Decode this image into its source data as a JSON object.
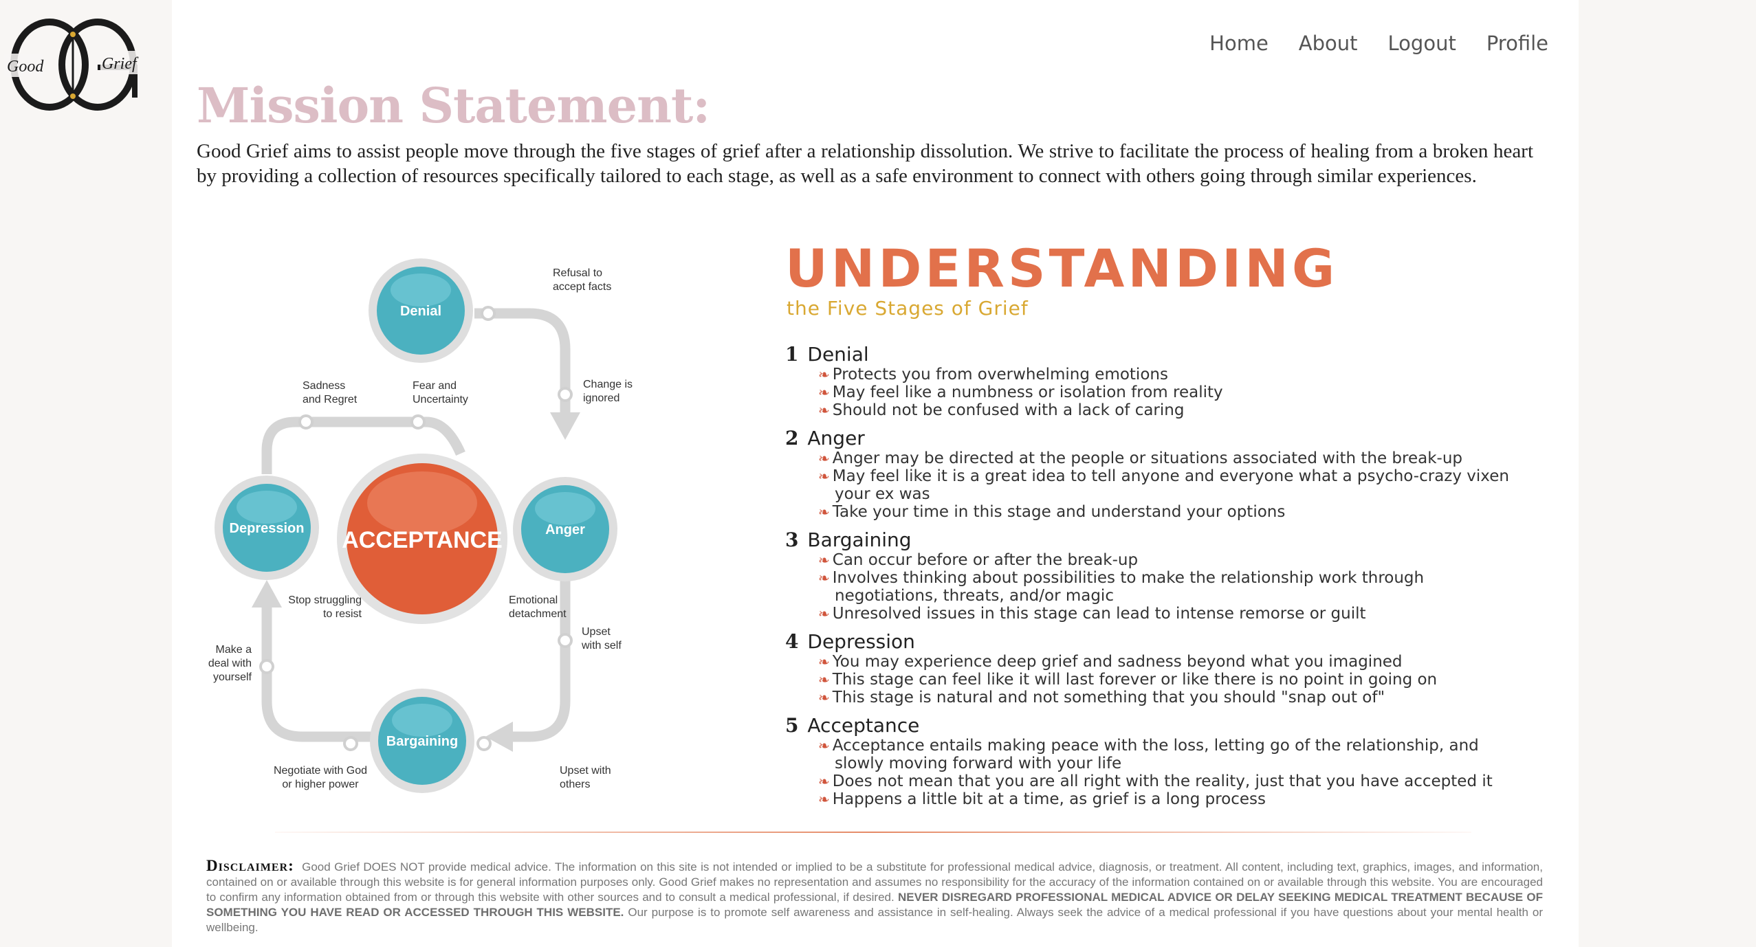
{
  "logo": {
    "left": "Good",
    "right": "Grief"
  },
  "nav": {
    "home": "Home",
    "about": "About",
    "logout": "Logout",
    "profile": "Profile"
  },
  "mission": {
    "title": "Mission Statement:",
    "text": "Good Grief aims to assist people move through the five stages of grief after a relationship dissolution. We strive to facilitate the process of healing from a broken heart by providing a collection of resources specifically tailored to each stage, as well as a safe environment to connect with others going through similar experiences."
  },
  "diagram": {
    "center": "ACCEPTANCE",
    "denial": "Denial",
    "anger": "Anger",
    "bargaining": "Bargaining",
    "depression": "Depression",
    "refusal": [
      "Refusal to",
      "accept facts"
    ],
    "change": [
      "Change is",
      "ignored"
    ],
    "upset_self": [
      "Upset",
      "with self"
    ],
    "upset_others": [
      "Upset with",
      "others"
    ],
    "negotiate": [
      "Negotiate with God",
      "or higher power"
    ],
    "make_deal": [
      "Make a",
      "deal with",
      "yourself"
    ],
    "sadness": [
      "Sadness",
      "and Regret"
    ],
    "fear": [
      "Fear and",
      "Uncertainty"
    ],
    "stop": [
      "Stop struggling",
      "to resist"
    ],
    "emotional": [
      "Emotional",
      "detachment"
    ]
  },
  "understanding": {
    "title": "UNDERSTANDING",
    "subtitle": "the Five Stages of Grief"
  },
  "stages": [
    {
      "num": "1",
      "name": "Denial",
      "items": [
        "Protects you from overwhelming emotions",
        "May feel like a numbness or isolation from reality",
        "Should not be confused with a lack of caring"
      ]
    },
    {
      "num": "2",
      "name": "Anger",
      "items": [
        "Anger may be directed at the people or situations associated with the break-up",
        "May feel like it is a great idea to tell anyone and everyone what a psycho-crazy vixen your ex was",
        "Take your time in this stage and understand your options"
      ]
    },
    {
      "num": "3",
      "name": "Bargaining",
      "items": [
        "Can occur before or after the break-up",
        "Involves thinking about possibilities to make the relationship work through negotiations, threats, and/or magic",
        "Unresolved issues in this stage can lead to intense remorse or guilt"
      ]
    },
    {
      "num": "4",
      "name": "Depression",
      "items": [
        "You may experience deep grief and sadness beyond what you imagined",
        "This stage can feel like it will last forever or like there is no point in going on",
        "This stage is natural and not something that you should \"snap out of\""
      ]
    },
    {
      "num": "5",
      "name": "Acceptance",
      "items": [
        "Acceptance entails making peace with the loss, letting go of the relationship, and slowly moving forward with your life",
        "Does not mean that you are all right with the reality, just that you have accepted it",
        "Happens a little bit at a time, as grief is a long process"
      ]
    }
  ],
  "disclaimer": {
    "label": "Disclaimer:",
    "text1": "Good Grief DOES NOT provide medical advice. The information on this site is not intended or implied to be a substitute for professional medical advice, diagnosis, or treatment. All content, including text, graphics, images, and information, contained on or available through this website is for general information purposes only. Good Grief makes no representation and assumes no responsibility for the accuracy of the information contained on or available through this website. You are encouraged to confirm any information obtained from or through this website with other sources and to consult a medical professional, if desired.",
    "strong": "NEVER DISREGARD PROFESSIONAL MEDICAL ADVICE OR DELAY SEEKING MEDICAL TREATMENT BECAUSE OF SOMETHING YOU HAVE READ OR ACCESSED THROUGH THIS WEBSITE.",
    "text2": "Our purpose is to promote self awareness and assistance in self-healing. Always seek the advice of a medical professional if you have questions about your mental health or wellbeing."
  },
  "colors": {
    "accent": "#e2714b",
    "subtitle": "#d9a832",
    "mission_title": "#dcbdc5",
    "teal": "#4bb1c0",
    "fleuron": "#d0553c"
  }
}
